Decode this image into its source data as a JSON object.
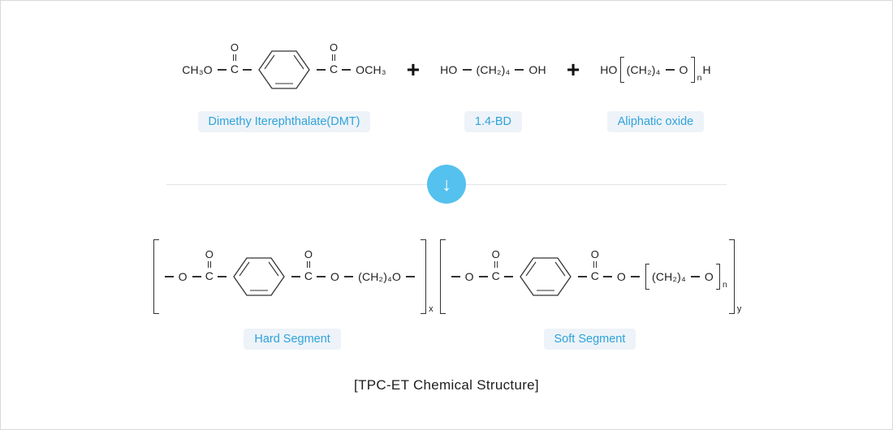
{
  "window": {
    "caption": "[TPC-ET Chemical Structure]"
  },
  "symbols": {
    "plus": "+",
    "O": "O",
    "C": "C",
    "down_arrow": "↓"
  },
  "reactants": {
    "dmt": {
      "label": "Dimethy Iterephthalate(DMT)",
      "left": "CH₃O",
      "right": "OCH₃"
    },
    "bd": {
      "label": "1.4-BD",
      "left": "HO",
      "mid": "(CH₂)₄",
      "right": "OH"
    },
    "oxide": {
      "label": "Aliphatic oxide",
      "left": "HO",
      "unit": "(CH₂)₄",
      "unit_o": "O",
      "sub": "n",
      "right": "H"
    }
  },
  "product": {
    "hard": {
      "label": "Hard Segment",
      "o_left": "O",
      "o_right": "O",
      "chain": "(CH₂)₄O",
      "sub": "x"
    },
    "soft": {
      "label": "Soft Segment",
      "o_left": "O",
      "o_right": "O",
      "unit": "(CH₂)₄",
      "unit_o": "O",
      "unit_sub": "n",
      "sub": "y"
    }
  },
  "colors": {
    "label_text": "#2fa3da",
    "label_bg": "#edf3f8",
    "arrow_bg": "#55c1ee",
    "line": "#e3e3e8",
    "ink": "#222222",
    "border": "#d9d9de"
  }
}
